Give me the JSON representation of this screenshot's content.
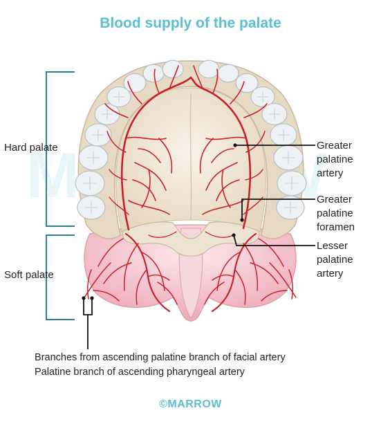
{
  "title": "Blood supply of the palate",
  "regions": {
    "hard": "Hard palate",
    "soft": "Soft palate"
  },
  "labels": {
    "greater_artery": [
      "Greater",
      "palatine",
      "artery"
    ],
    "greater_foramen": [
      "Greater",
      "palatine",
      "foramen"
    ],
    "lesser_artery": [
      "Lesser",
      "palatine",
      "artery"
    ]
  },
  "captions": [
    "Branches from ascending palatine branch of facial artery",
    "Palatine branch of ascending pharyngeal artery"
  ],
  "footer": "©MARROW",
  "watermark": "MARROW",
  "colors": {
    "title": "#5bbfcf",
    "bracket": "#2e7f8f",
    "artery": "#c8202a",
    "gum": "#e9ddc8",
    "palate": "#f3ebdc",
    "soft_palate": "#f2c6cf",
    "tooth": "#eef1f3",
    "leader": "#111111",
    "footer": "#5bbfcf"
  }
}
